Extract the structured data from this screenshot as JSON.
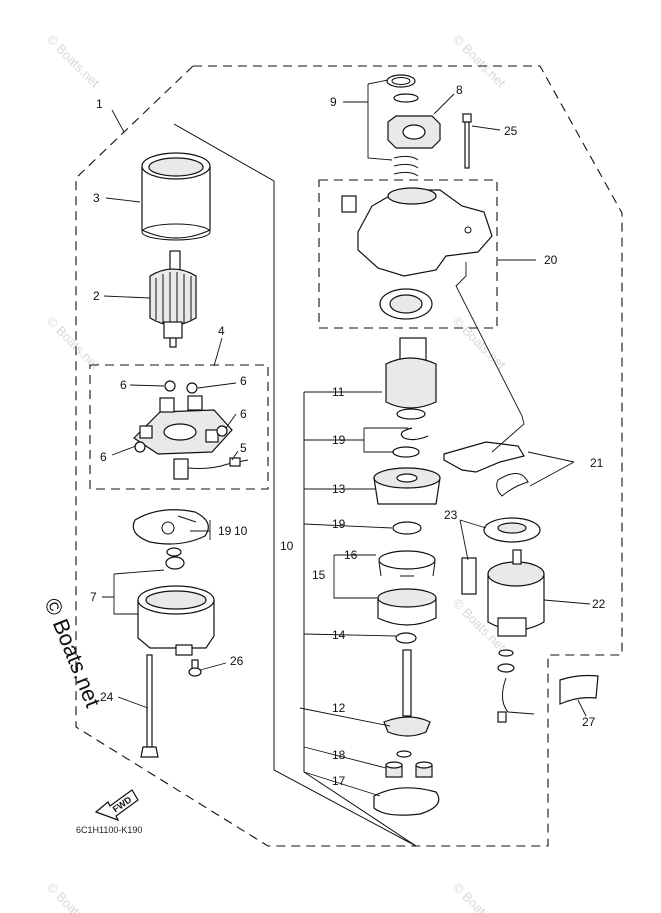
{
  "watermark": {
    "small": "© Boats.net",
    "large": "© Boats.net"
  },
  "diagram_code": "6C1H1100-K190",
  "fwd_label": "FWD",
  "callouts": {
    "c1": "1",
    "c2": "2",
    "c3": "3",
    "c4": "4",
    "c5": "5",
    "c6a": "6",
    "c6b": "6",
    "c6c": "6",
    "c6d": "6",
    "c7": "7",
    "c8": "8",
    "c9": "9",
    "c10a": "10",
    "c10b": "10",
    "c11": "11",
    "c12": "12",
    "c13": "13",
    "c14": "14",
    "c15": "15",
    "c16": "16",
    "c17": "17",
    "c18": "18",
    "c19a": "19",
    "c19b": "19",
    "c19c": "19",
    "c20": "20",
    "c21": "21",
    "c22": "22",
    "c23": "23",
    "c24": "24",
    "c25": "25",
    "c26": "26",
    "c27": "27"
  }
}
